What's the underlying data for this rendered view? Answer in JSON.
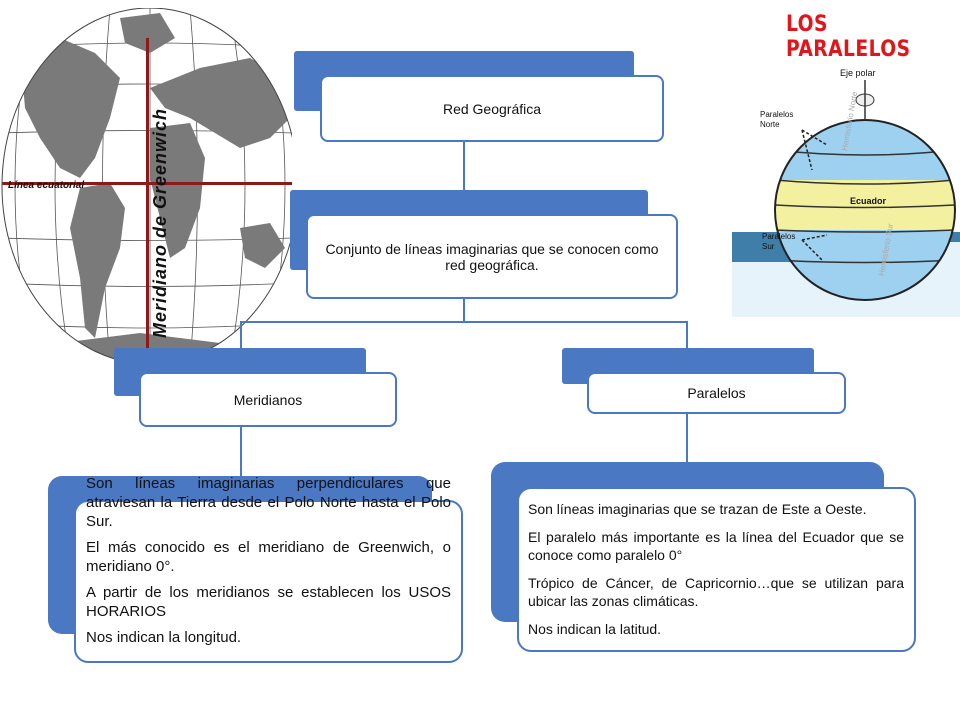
{
  "colors": {
    "accent": "#4a78c2",
    "title_red": "#e0161b",
    "ocean": "#ffffff",
    "land": "#7a7a7a",
    "equator_line": "#8b1a1a"
  },
  "left_map": {
    "label_equator": "Línea ecuatorial",
    "label_meridian": "Meridiano de Greenwich"
  },
  "right_image": {
    "title": "LOS PARALELOS",
    "labels": {
      "eje_polar": "Eje polar",
      "paralelos_norte": "Paralelos Norte",
      "ecuador": "Ecuador",
      "paralelos_sur": "Paralelos Sur",
      "hemisferio_norte": "Hemisferio Norte",
      "hemisferio_sur": "Hemisferio Sur"
    }
  },
  "nodes": {
    "root": "Red Geográfica",
    "definition": "Conjunto de líneas imaginarias que se conocen como red geográfica.",
    "meridianos": "Meridianos",
    "paralelos": "Paralelos"
  },
  "meridianos_text": [
    "Son líneas imaginarias perpendiculares que atraviesan la Tierra desde el Polo Norte hasta el Polo Sur.",
    "El más conocido es el meridiano de Greenwich, o meridiano 0°.",
    "A partir de los meridianos se establecen los USOS HORARIOS",
    "Nos indican la longitud."
  ],
  "paralelos_text": [
    "Son líneas imaginarias que se trazan de Este a Oeste.",
    "El paralelo más importante es la línea del Ecuador que se conoce como paralelo 0°",
    "Trópico de Cáncer, de Capricornio…que se utilizan para ubicar las zonas climáticas.",
    "Nos indican la latitud."
  ]
}
